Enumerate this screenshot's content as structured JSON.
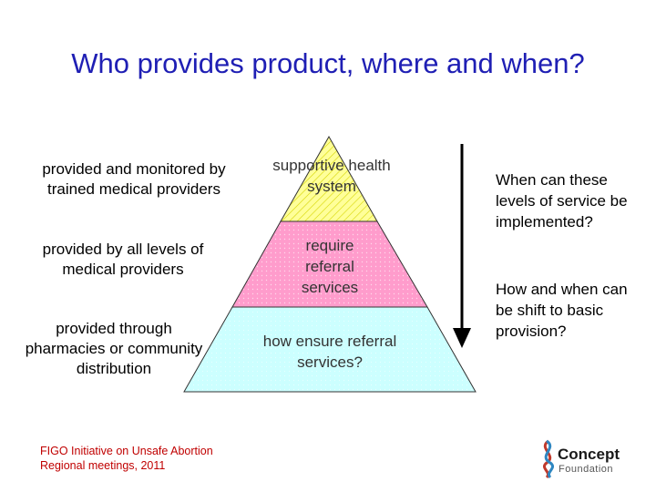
{
  "title": "Who provides product, where and when?",
  "left_labels": [
    "provided and monitored by trained medical providers",
    "provided by all levels of medical providers",
    "provided through pharmacies or community distribution"
  ],
  "pyramid": {
    "tiers": [
      {
        "label": "supportive health system",
        "color": "#ffff99"
      },
      {
        "label": "require referral services",
        "color": "#ff99cc"
      },
      {
        "label": "how ensure referral services?",
        "color": "#ccffff"
      }
    ]
  },
  "right_text": {
    "q1": "When can these levels of service be implemented?",
    "q2": "How and when can be shift to basic provision?"
  },
  "footer": {
    "line1": "FIGO Initiative on Unsafe Abortion",
    "line2": "Regional meetings, 2011"
  },
  "logo": {
    "name": "Concept",
    "sub": "Foundation"
  }
}
